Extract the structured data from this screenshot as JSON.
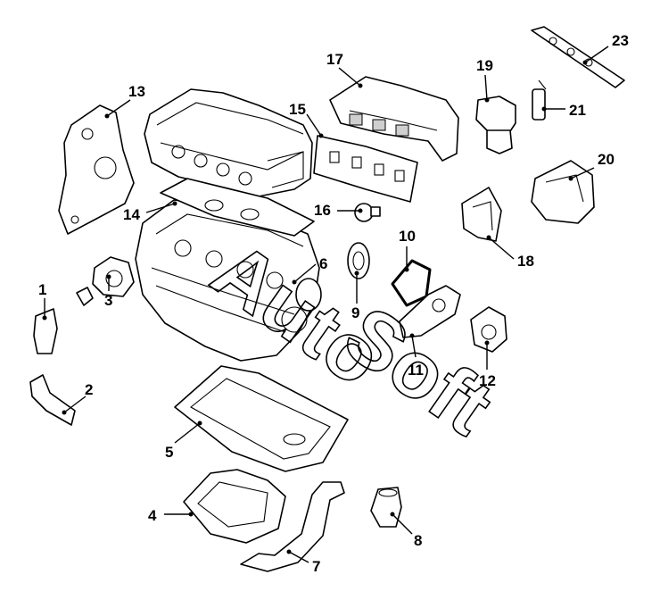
{
  "diagram": {
    "watermark": {
      "line1": "Auto",
      "line2": "Soft"
    },
    "parts": [
      {
        "id": "part-1",
        "callout": "1"
      },
      {
        "id": "part-2",
        "callout": "2"
      },
      {
        "id": "part-3",
        "callout": "3"
      },
      {
        "id": "part-4",
        "callout": "4"
      },
      {
        "id": "part-5",
        "callout": "5"
      },
      {
        "id": "part-6",
        "callout": "6"
      },
      {
        "id": "part-7",
        "callout": "7"
      },
      {
        "id": "part-8",
        "callout": "8"
      },
      {
        "id": "part-9",
        "callout": "9"
      },
      {
        "id": "part-10",
        "callout": "10"
      },
      {
        "id": "part-11",
        "callout": "11"
      },
      {
        "id": "part-12",
        "callout": "12"
      },
      {
        "id": "part-13",
        "callout": "13"
      },
      {
        "id": "part-14",
        "callout": "14"
      },
      {
        "id": "part-15",
        "callout": "15"
      },
      {
        "id": "part-16",
        "callout": "16"
      },
      {
        "id": "part-17",
        "callout": "17"
      },
      {
        "id": "part-18",
        "callout": "18"
      },
      {
        "id": "part-19",
        "callout": "19"
      },
      {
        "id": "part-20",
        "callout": "20"
      },
      {
        "id": "part-21",
        "callout": "21"
      },
      {
        "id": "part-23",
        "callout": "23"
      }
    ]
  }
}
